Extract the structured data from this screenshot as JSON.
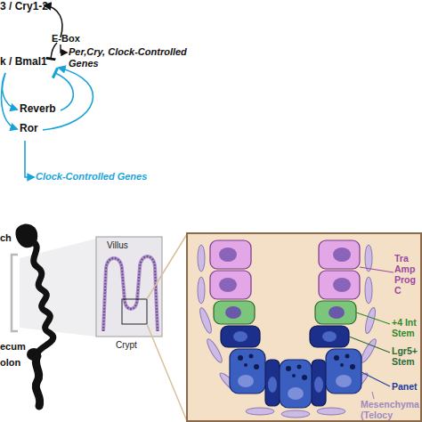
{
  "diagram": {
    "labels": [
      "3 / Cry1-2",
      "E-Box",
      "Per,Cry, Clock-Controlled Genes",
      "k / Bmal1",
      "Reverb",
      "Ror",
      "Clock-Controlled Genes",
      "ch",
      "Villus",
      "ecum",
      "Crypt",
      "olon",
      "Tra Amp Prog C",
      "+4 Int Stem",
      "Lgr5+ Stem",
      "Panet",
      "Mesenchyma (Telocy"
    ]
  }
}
